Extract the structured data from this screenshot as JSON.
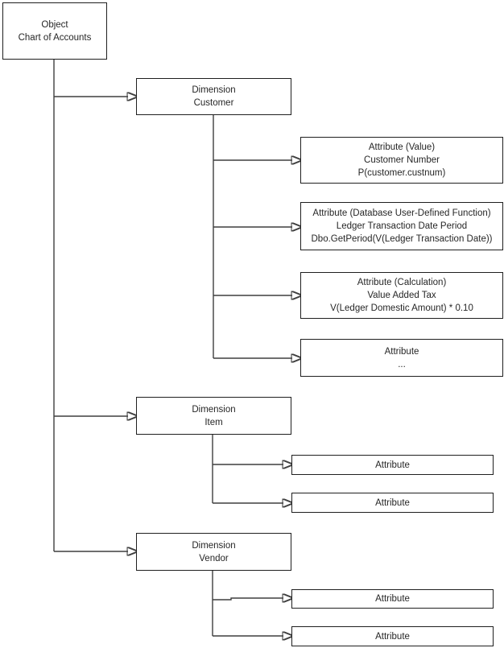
{
  "colors": {
    "background": "#ffffff",
    "box_border": "#1f1f1f",
    "connector": "#3f3f3f",
    "text": "#262626"
  },
  "nodes": {
    "object": {
      "lines": [
        "Object",
        "Chart of Accounts"
      ]
    },
    "dimension_customer": {
      "lines": [
        "Dimension",
        "Customer"
      ]
    },
    "attribute_value": {
      "lines": [
        "Attribute (Value)",
        "Customer Number",
        "P(customer.custnum)"
      ]
    },
    "attribute_db_udf": {
      "lines": [
        "Attribute (Database User-Defined Function)",
        "Ledger Transaction Date Period",
        "Dbo.GetPeriod(V(Ledger Transaction Date))"
      ]
    },
    "attribute_calculation": {
      "lines": [
        "Attribute (Calculation)",
        "Value Added Tax",
        "V(Ledger Domestic Amount) * 0.10"
      ]
    },
    "attribute_more": {
      "lines": [
        "Attribute",
        "..."
      ]
    },
    "dimension_item": {
      "lines": [
        "Dimension",
        "Item"
      ]
    },
    "attribute_item_1": {
      "lines": [
        "Attribute"
      ]
    },
    "attribute_item_2": {
      "lines": [
        "Attribute"
      ]
    },
    "dimension_vendor": {
      "lines": [
        "Dimension",
        "Vendor"
      ]
    },
    "attribute_vendor_1": {
      "lines": [
        "Attribute"
      ]
    },
    "attribute_vendor_2": {
      "lines": [
        "Attribute"
      ]
    }
  }
}
